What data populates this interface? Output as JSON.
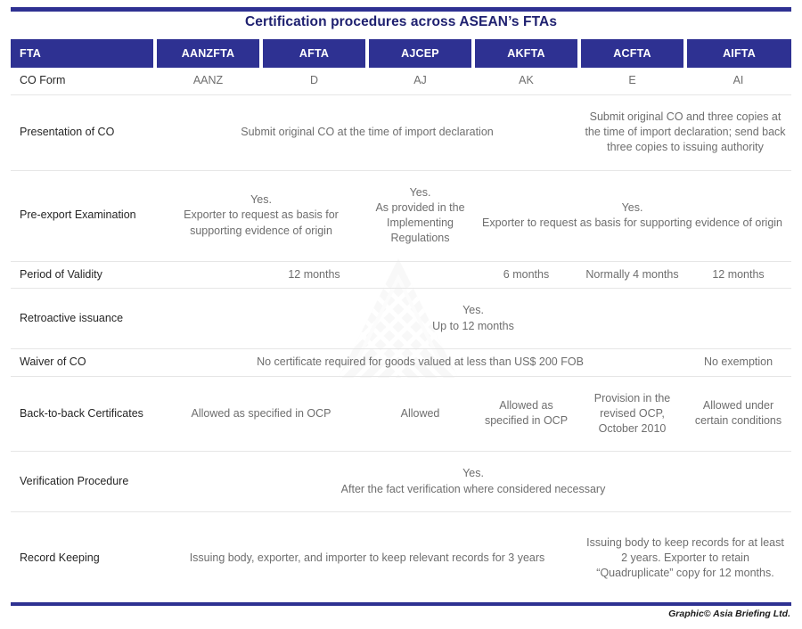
{
  "title": "Certification procedures across ASEAN’s FTAs",
  "accent_color": "#2e3192",
  "title_color": "#1f2170",
  "columns": [
    {
      "key": "fta",
      "label": "FTA"
    },
    {
      "key": "aanzfta",
      "label": "AANZFTA"
    },
    {
      "key": "afta",
      "label": "AFTA"
    },
    {
      "key": "ajcep",
      "label": "AJCEP"
    },
    {
      "key": "akfta",
      "label": "AKFTA"
    },
    {
      "key": "acfta",
      "label": "ACFTA"
    },
    {
      "key": "aifta",
      "label": "AIFTA"
    }
  ],
  "rows": [
    {
      "label": "CO Form",
      "cells": {
        "c0": "AANZ",
        "c1": "D",
        "c2": "AJ",
        "c3": "AK",
        "c4": "E",
        "c5": "AI"
      }
    },
    {
      "label": "Presentation of CO",
      "cells": {
        "span_a": "Submit original CO at the time of import declaration",
        "span_b": "Submit original CO and three copies at the time of import declaration; send back three copies to issuing authority"
      }
    },
    {
      "label": "Pre-export Examination",
      "cells": {
        "span_a": "Yes.\nExporter to request as basis for supporting evidence of origin",
        "span_b": "Yes.\nAs provided in the Implementing Regulations",
        "span_c": "Yes.\nExporter to request as basis for supporting evidence of origin"
      }
    },
    {
      "label": "Period of Validity",
      "cells": {
        "span_a": "12 months",
        "c3": "6 months",
        "c4": "Normally 4 months",
        "c5": "12 months"
      }
    },
    {
      "label": "Retroactive issuance",
      "cells": {
        "span_all": "Yes.\nUp to 12 months"
      }
    },
    {
      "label": "Waiver of CO",
      "cells": {
        "span_a": "No certificate required for goods valued at less than US$ 200 FOB",
        "c5": "No exemption"
      }
    },
    {
      "label": "Back-to-back Certificates",
      "cells": {
        "span_a": "Allowed as specified in OCP",
        "c2": "Allowed",
        "c3": "Allowed as specified in OCP",
        "c4": "Provision in the revised OCP, October 2010",
        "c5": "Allowed under certain conditions"
      }
    },
    {
      "label": "Verification Procedure",
      "cells": {
        "span_all": "Yes.\nAfter the fact verification where considered necessary"
      }
    },
    {
      "label": "Record Keeping",
      "cells": {
        "span_a": "Issuing body, exporter, and importer to keep relevant records for 3 years",
        "span_b": "Issuing body to keep records for at least 2 years. Exporter to retain “Quadruplicate” copy for 12 months."
      }
    }
  ],
  "credit": "Graphic© Asia Briefing Ltd."
}
